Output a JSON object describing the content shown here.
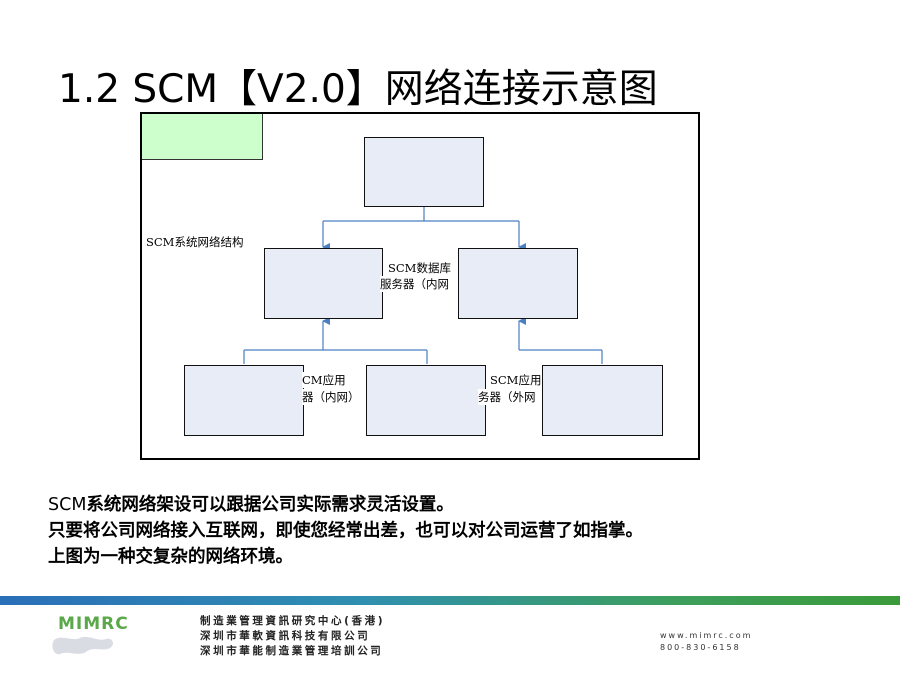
{
  "slide": {
    "title": "1.2 SCM【V2.0】网络连接示意图"
  },
  "diagram": {
    "labels": {
      "structure": "SCM系统网络结构",
      "db_line1": "SCM数据库",
      "db_line2": "服务器（内网",
      "app_in_line1": "CM应用",
      "app_in_line2": "器（内网）",
      "app_out_line1": "SCM应用",
      "app_out_line2": "务器（外网"
    },
    "colors": {
      "node_fill": "#e8ecf6",
      "connector": "#4a7fc0",
      "legend_fill": "#ccffcc"
    }
  },
  "body": {
    "line1_scm": "SCM",
    "line1_rest": "系统网络架设可以跟据公司实际需求灵活设置。",
    "line2": "只要将公司网络接入互联网，即使您经常出差，也可以对公司运营了如指掌。",
    "line3": "上图为一种交复杂的网络环境。"
  },
  "footer": {
    "logo": "MIMRC",
    "company_lines": [
      "制造業管理資訊研究中心(香港)",
      "深圳市華軟資訊科技有限公司",
      "深圳市華能制造業管理培訓公司"
    ],
    "website": "www.mimrc.com",
    "phone": "800-830-6158"
  }
}
